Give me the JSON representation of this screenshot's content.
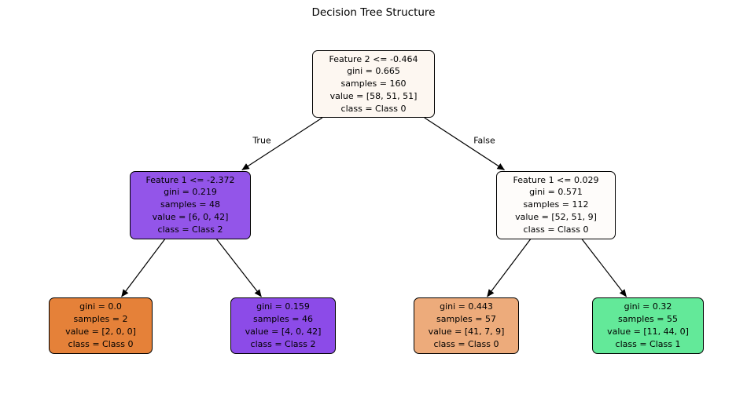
{
  "title": "Decision Tree Structure",
  "colors": {
    "background": "#ffffff",
    "node_border": "#000000",
    "arrow": "#000000",
    "text": "#000000",
    "class0_pure": "#e58139",
    "class1_pure": "#39e581",
    "class2_pure": "#8139e5"
  },
  "edge_labels": {
    "left": "True",
    "right": "False"
  },
  "nodes": [
    {
      "id": "root",
      "fill": "#fdf7f1",
      "lines": [
        "Feature 2 <= -0.464",
        "gini = 0.665",
        "samples = 160",
        "value = [58, 51, 51]",
        "class = Class 0"
      ]
    },
    {
      "id": "left-internal",
      "fill": "#9355e9",
      "lines": [
        "Feature 1 <= -2.372",
        "gini = 0.219",
        "samples = 48",
        "value = [6, 0, 42]",
        "class = Class 2"
      ]
    },
    {
      "id": "right-internal",
      "fill": "#fefcfa",
      "lines": [
        "Feature 1 <= 0.029",
        "gini = 0.571",
        "samples = 112",
        "value = [52, 51, 9]",
        "class = Class 0"
      ]
    },
    {
      "id": "leaf-1",
      "fill": "#e58139",
      "lines": [
        "gini = 0.0",
        "samples = 2",
        "value = [2, 0, 0]",
        "class = Class 0"
      ]
    },
    {
      "id": "leaf-2",
      "fill": "#8c4be8",
      "lines": [
        "gini = 0.159",
        "samples = 46",
        "value = [4, 0, 42]",
        "class = Class 2"
      ]
    },
    {
      "id": "leaf-3",
      "fill": "#edab7b",
      "lines": [
        "gini = 0.443",
        "samples = 57",
        "value = [41, 7, 9]",
        "class = Class 0"
      ]
    },
    {
      "id": "leaf-4",
      "fill": "#63e999",
      "lines": [
        "gini = 0.32",
        "samples = 55",
        "value = [11, 44, 0]",
        "class = Class 1"
      ]
    }
  ]
}
